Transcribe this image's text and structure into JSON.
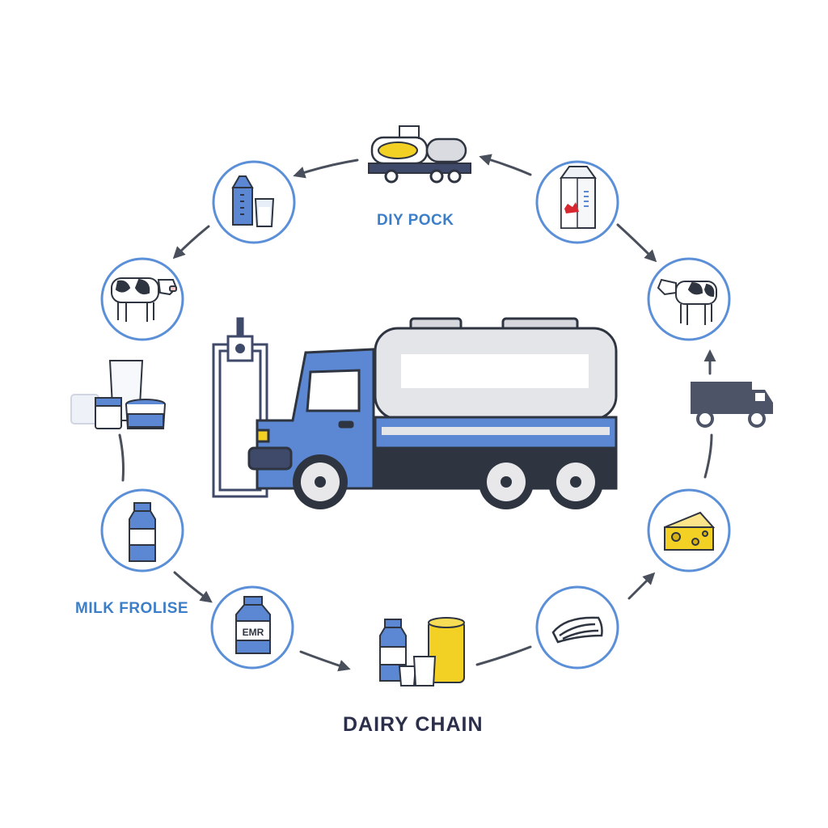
{
  "labels": {
    "top": "DIY POCK",
    "left": "MILK FROLISE",
    "title": "DAIRY CHAIN"
  },
  "truck_sign": "",
  "bottle_label": "EMR",
  "colors": {
    "blue": "#5b87d3",
    "ring": "#5b8fd8",
    "dark": "#2e3440",
    "yellow": "#f2d024",
    "label_blue": "#3d7ec9",
    "title_dark": "#2b2f4a"
  },
  "nodes": [
    {
      "name": "milk-carton-glass-node",
      "icon": "milk-carton-and-glass-icon"
    },
    {
      "name": "milk-tanker-trailer-node",
      "icon": "tanker-trailer-icon"
    },
    {
      "name": "juice-carton-node",
      "icon": "milk-carton-icon"
    },
    {
      "name": "cow-right-node",
      "icon": "cow-icon"
    },
    {
      "name": "delivery-truck-node",
      "icon": "delivery-truck-icon"
    },
    {
      "name": "cheese-node",
      "icon": "cheese-icon"
    },
    {
      "name": "fish-fillet-node",
      "icon": "fish-fillet-icon"
    },
    {
      "name": "dairy-products-node",
      "icon": "dairy-products-icon"
    },
    {
      "name": "labeled-bottle-node",
      "icon": "bottle-icon"
    },
    {
      "name": "milk-bottle-node",
      "icon": "milk-bottle-icon"
    },
    {
      "name": "yogurt-cups-node",
      "icon": "yogurt-cups-icon"
    },
    {
      "name": "cow-left-node",
      "icon": "cow-icon"
    },
    {
      "name": "milk-tanker-truck",
      "icon": "tanker-truck-icon"
    }
  ]
}
